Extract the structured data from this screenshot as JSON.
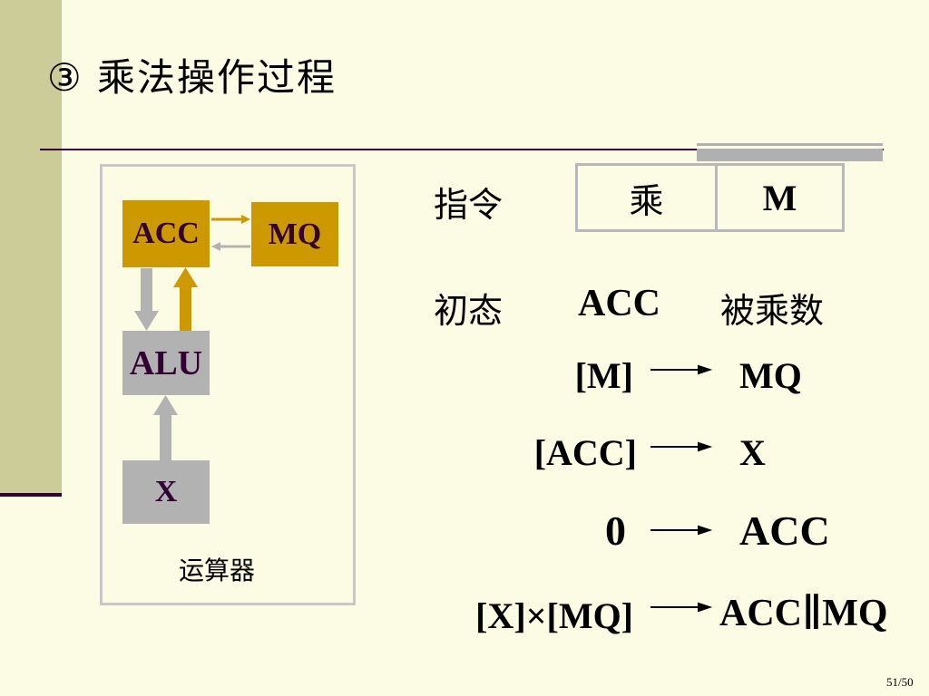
{
  "slide": {
    "title": "③ 乘法操作过程",
    "page_number": "51/50"
  },
  "diagram": {
    "registers": {
      "acc": "ACC",
      "mq": "MQ",
      "alu": "ALU",
      "x": "X"
    },
    "unit_label": "运算器",
    "colors": {
      "register_gold": "#cc9900",
      "register_gray": "#b2b2b2",
      "label_purple": "#330033"
    }
  },
  "instruction": {
    "label": "指令",
    "opcode": "乘",
    "address": "M"
  },
  "initial_state": {
    "label": "初态",
    "register": "ACC",
    "value": "被乘数"
  },
  "steps": [
    {
      "source": "[M]",
      "dest": "MQ"
    },
    {
      "source": "[ACC]",
      "dest": "X"
    },
    {
      "source": "0",
      "dest": "ACC"
    },
    {
      "source": "[X]×[MQ]",
      "dest": "ACC∥MQ"
    }
  ]
}
